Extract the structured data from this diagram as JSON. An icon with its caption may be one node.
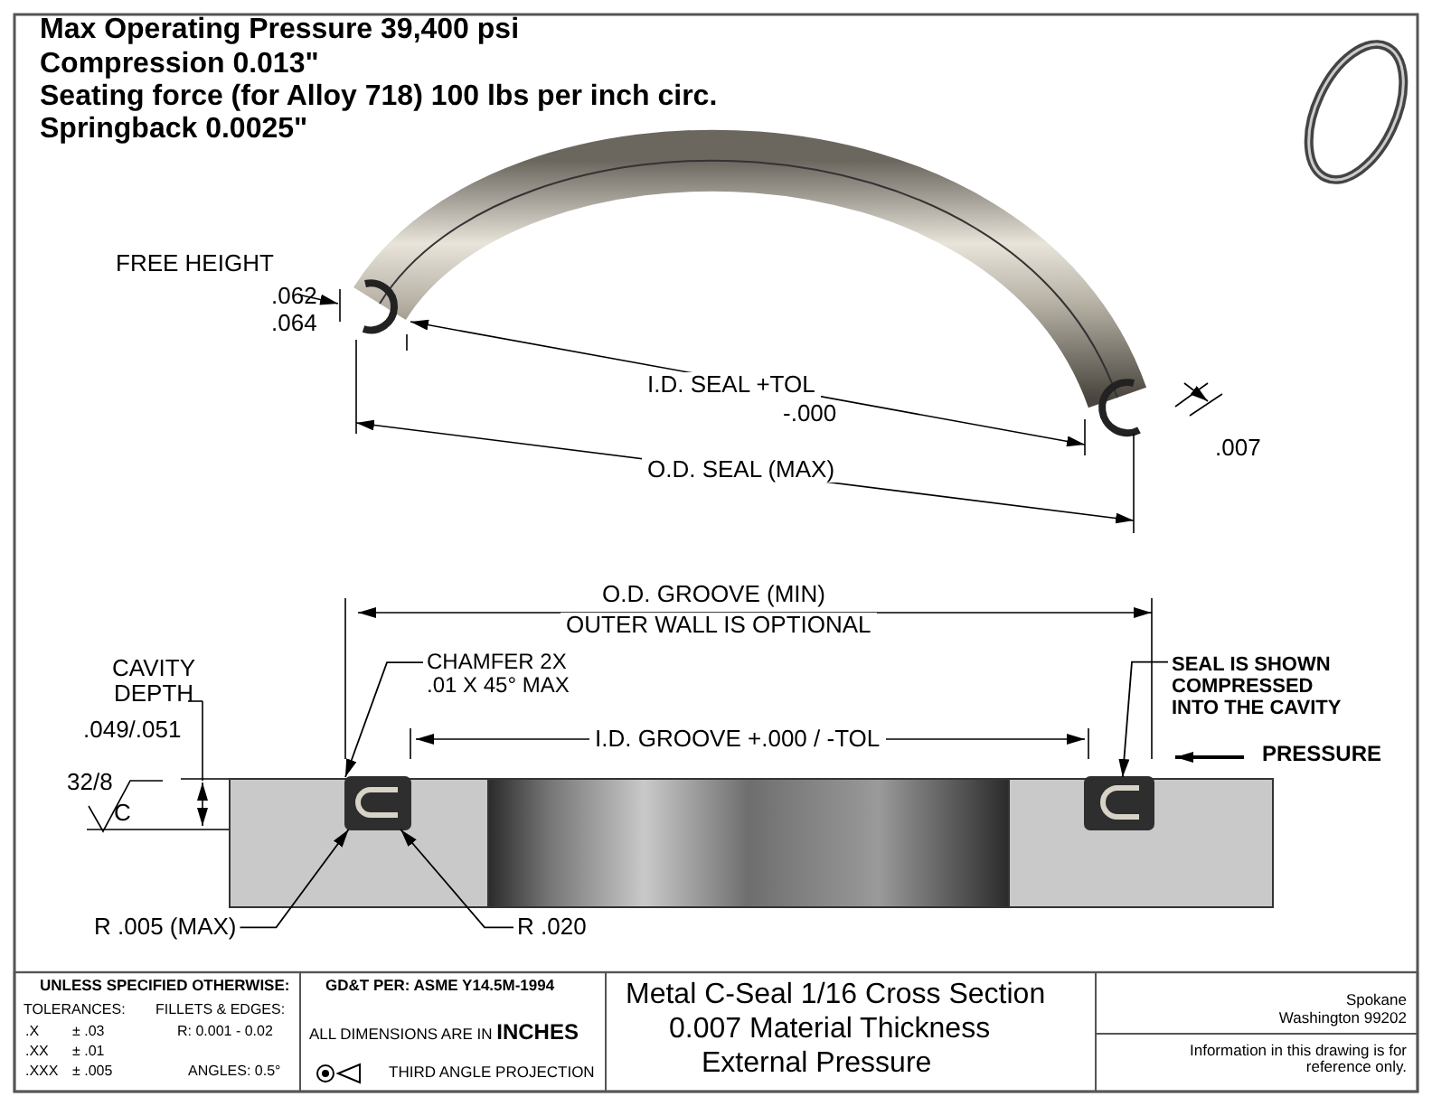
{
  "diagram": {
    "nodes": [
      {
        "text": [
          "CHAMFER 2X .01 X 45° MAX"
        ]
      },
      {
        "text": [
          "SEAL IS SHOWN COMPRESSED INTO THE CAVITY"
        ]
      },
      {
        "text": [
          "R .005 (MAX)"
        ]
      },
      {
        "text": [
          "R .020"
        ]
      },
      {
        "text": [],
        "shape": "picture"
      },
      {
        "text": [],
        "shape": "picture"
      }
    ],
    "edges": [
      {
        "from": 0,
        "to": 4,
        "arrow": "to"
      },
      {
        "from": 1,
        "to": 5,
        "arrow": "to"
      },
      {
        "from": 2,
        "to": 4,
        "arrow": "to"
      },
      {
        "from": 3,
        "to": 4,
        "arrow": "to"
      }
    ],
    "labels": [
      "Max Operating Pressure 39,400 psi",
      "Compression 0.013\"",
      "Seating force (for Alloy 718) 100 lbs per inch circ.",
      "Springback 0.0025\"",
      "FREE HEIGHT",
      ".062",
      ".064",
      "I.D. SEAL +TOL",
      "-.000",
      "O.D. SEAL (MAX)",
      ".007",
      "O.D. GROOVE (MIN)",
      "OUTER WALL IS OPTIONAL",
      "CAVITY DEPTH",
      ".049/.051",
      "32/8",
      "C",
      "I.D. GROOVE +.000 / -TOL",
      "PRESSURE",
      "UNLESS SPECIFIED OTHERWISE:",
      "TOLERANCES:",
      "FILLETS & EDGES:",
      ".X",
      "± .03",
      "R: 0.001 - 0.02",
      ".XX",
      "± .01",
      ".XXX",
      "± .005",
      "ANGLES: 0.5°",
      "GD&T PER: ASME Y14.5M-1994",
      "ALL DIMENSIONS ARE IN **INCHES**",
      "THIRD ANGLE PROJECTION",
      "Metal C-Seal 1/16 Cross Section",
      "0.007 Material Thickness",
      "External Pressure",
      "Spokane",
      "Washington 99202",
      "Information in this drawing is for reference only."
    ]
  }
}
